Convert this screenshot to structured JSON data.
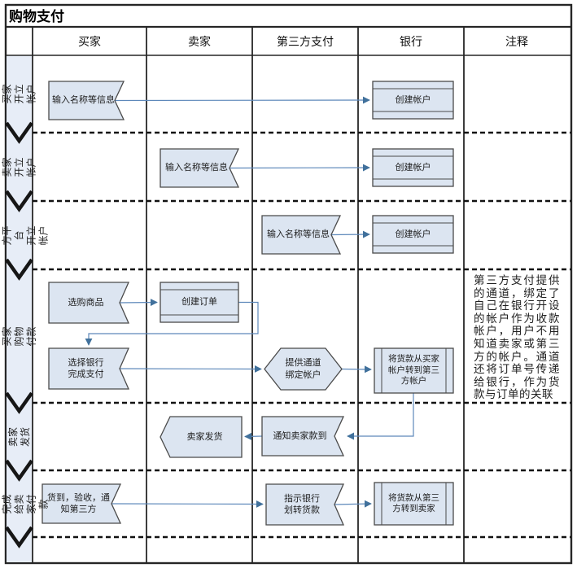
{
  "title": "购物支付",
  "columns": [
    {
      "label": "买家"
    },
    {
      "label": "卖家"
    },
    {
      "label": "第三方支付"
    },
    {
      "label": "银行"
    },
    {
      "label": "注释"
    }
  ],
  "lanes": [
    {
      "label": "买家开立\n帐户"
    },
    {
      "label": "卖家开立\n帐户"
    },
    {
      "label": "第三方平台\n开立帐户"
    },
    {
      "label": "买家购物付款"
    },
    {
      "label": "卖家发货"
    },
    {
      "label": "最终完成\n给卖家付款"
    }
  ],
  "shapes": {
    "input_r1": "输入名称等信息",
    "bank_r1": "创建帐户",
    "input_r2": "输入名称等信息",
    "bank_r2": "创建帐户",
    "input_r3": "输入名称等信息",
    "bank_r3": "创建帐户",
    "select_goods": "选购商品",
    "create_order": "创建订单",
    "choose_bank": "选择银行\n完成支付",
    "provide_channel": "提供通道\n绑定帐户",
    "transfer_to_third": "将货款从买家\n帐户转到第三\n方帐户",
    "seller_ship": "卖家发货",
    "notify_seller": "通知卖家款到",
    "goods_received": "货到，验收，通\n知第三方",
    "instruct_bank": "指示银行\n划转货款",
    "transfer_to_seller": "将货款从第三\n方转到卖家"
  },
  "note": "第三方支付提供的通道，绑定了自己在银行开设的帐户作为收款帐户，用户不用知道卖家或第三方的帐户。通道还将订单号传递给银行，作为货款与订单的关联",
  "colors": {
    "shape_fill": "#dce5f1",
    "shape_border": "#4a4a4a",
    "connector": "#5d88ba",
    "arrowhead": "#41719c",
    "lane_fill": "#e7edf7",
    "grid": "#262626"
  }
}
